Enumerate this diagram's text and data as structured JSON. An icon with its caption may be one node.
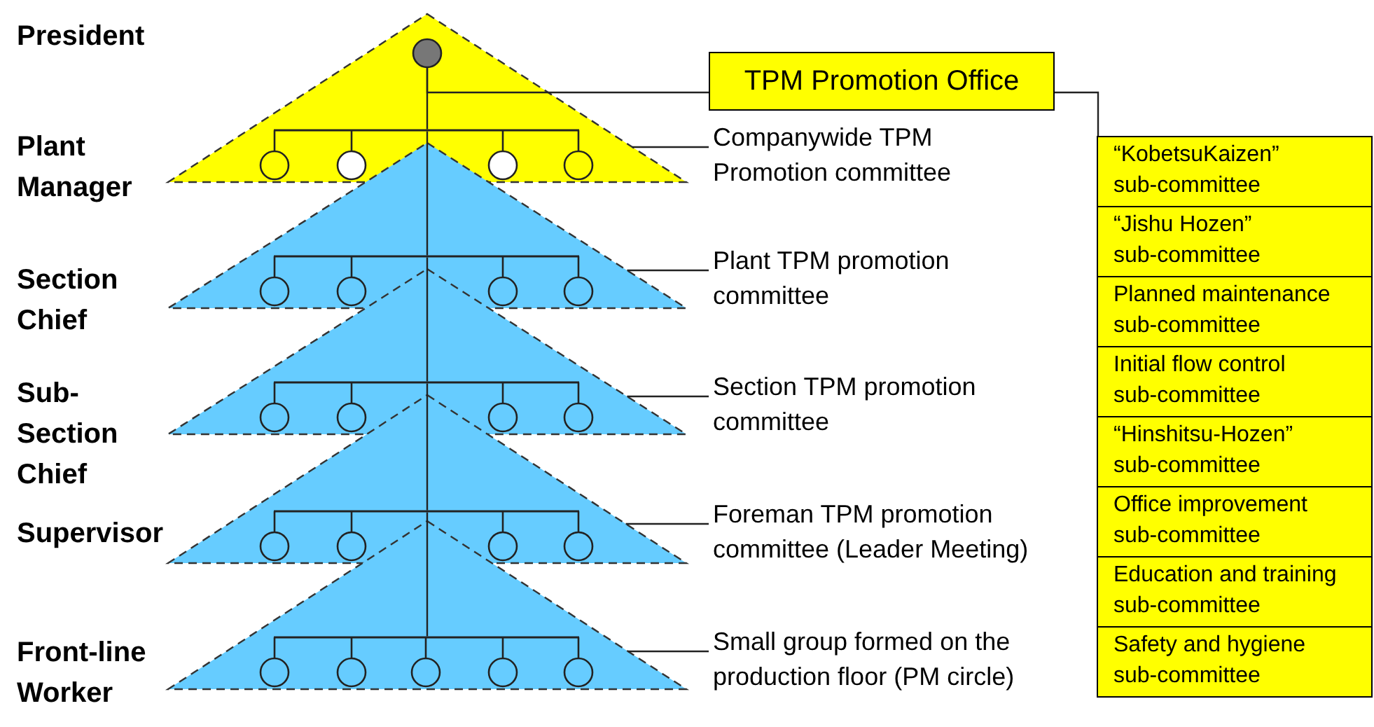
{
  "diagram": {
    "nodes": [
      {
        "text": [],
        "shape": "triangle"
      },
      {
        "text": [],
        "shape": "triangle"
      },
      {
        "text": [],
        "shape": "triangle"
      },
      {
        "text": [],
        "shape": "triangle"
      },
      {
        "text": [],
        "shape": "triangle"
      },
      {
        "text": [],
        "shape": "circle",
        "in": 0
      },
      {
        "text": [
          "TPM Promotion Office"
        ]
      },
      {
        "text": [
          "Companywide TPM Promotion committee"
        ]
      },
      {
        "text": [
          "Plant TPM promotion committee"
        ]
      },
      {
        "text": [
          "Section TPM promotion committee"
        ]
      },
      {
        "text": [
          "Foreman TPM promotion committee (Leader Meeting)"
        ]
      },
      {
        "text": [
          "Small group formed on the production floor (PM circle)"
        ]
      },
      {
        "text": [
          "“KobetsuKaizen” sub-committee"
        ]
      },
      {
        "text": [
          "“Jishu Hozen” sub-committee"
        ]
      },
      {
        "text": [
          "Planned maintenance sub-committee"
        ]
      },
      {
        "text": [
          "Initial flow control sub-committee"
        ]
      },
      {
        "text": [
          "“Hinshitsu-Hozen” sub-committee"
        ]
      },
      {
        "text": [
          "Office improvement sub-committee"
        ]
      },
      {
        "text": [
          "Education and training sub-committee"
        ]
      },
      {
        "text": [
          "Safety and hygiene sub-committee"
        ]
      },
      {
        "text": [],
        "shape": "bar",
        "in": 0
      },
      {
        "text": [],
        "shape": "bar",
        "in": 1
      },
      {
        "text": [],
        "shape": "bar",
        "in": 2
      },
      {
        "text": [],
        "shape": "bar",
        "in": 3
      },
      {
        "text": [],
        "shape": "bar",
        "in": 4
      }
    ],
    "edges": [
      {
        "from": 5,
        "to": 6,
        "arrow": "none"
      },
      {
        "from": 6,
        "to": 12,
        "arrow": "none"
      },
      {
        "from": 7,
        "to": 0,
        "arrow": "none"
      },
      {
        "from": 8,
        "to": 1,
        "arrow": "none"
      },
      {
        "from": 9,
        "to": 2,
        "arrow": "none"
      },
      {
        "from": 10,
        "to": 3,
        "arrow": "none"
      },
      {
        "from": 11,
        "to": 4,
        "arrow": "none"
      },
      {
        "from": 5,
        "to": 20,
        "arrow": "none"
      },
      {
        "from": 20,
        "to": 21,
        "arrow": "none"
      },
      {
        "from": 21,
        "to": 22,
        "arrow": "none"
      },
      {
        "from": 22,
        "to": 23,
        "arrow": "none"
      },
      {
        "from": 23,
        "to": 24,
        "arrow": "none"
      }
    ],
    "labels": [
      "President",
      "Plant Manager",
      "Section Chief",
      "Sub-Section Chief",
      "Supervisor",
      "Front-line Worker"
    ]
  }
}
